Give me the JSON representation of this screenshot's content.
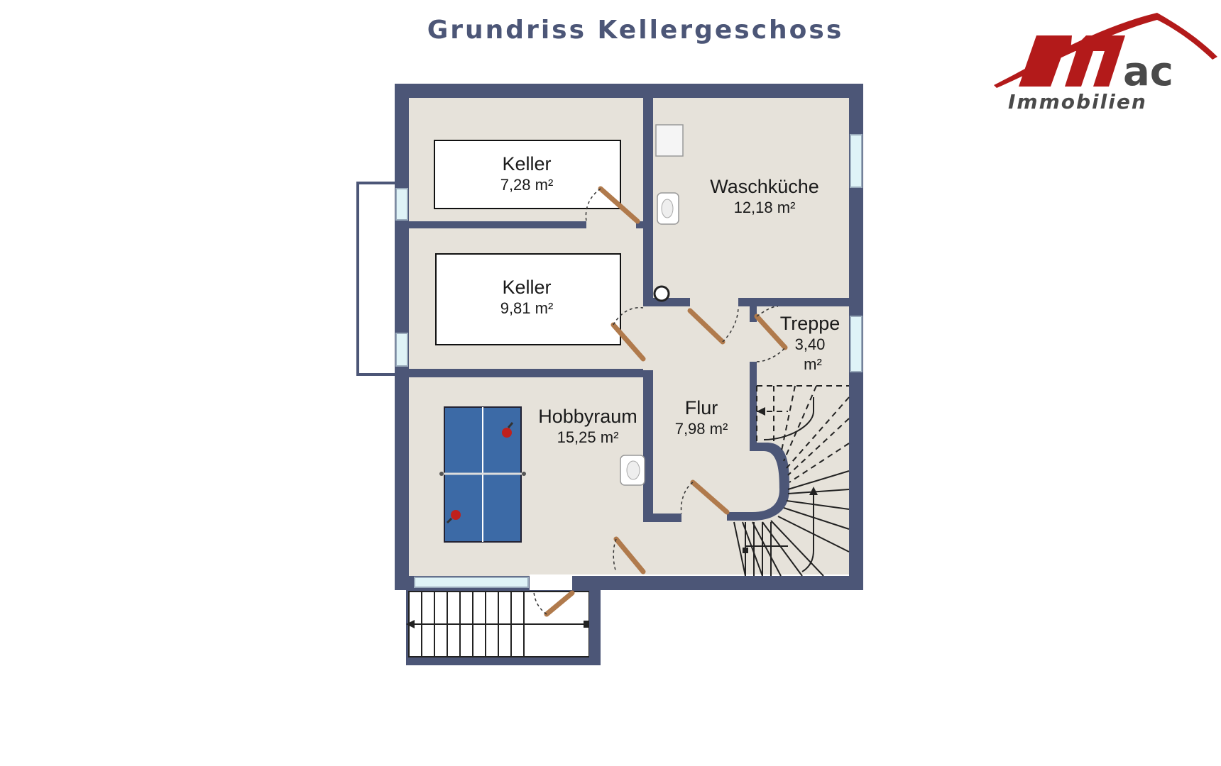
{
  "title": "Grundriss Kellergeschoss",
  "logo": {
    "mark": "mac",
    "subtitle": "Immobilien"
  },
  "rooms": [
    {
      "id": "keller-1",
      "name": "Keller",
      "area": "7,28 m²"
    },
    {
      "id": "keller-2",
      "name": "Keller",
      "area": "9,81 m²"
    },
    {
      "id": "waschkueche",
      "name": "Waschküche",
      "area": "12,18 m²"
    },
    {
      "id": "treppe",
      "name": "Treppe",
      "area_line1": "3,40",
      "area_line2": "m²"
    },
    {
      "id": "hobbyraum",
      "name": "Hobbyraum",
      "area": "15,25 m²"
    },
    {
      "id": "flur",
      "name": "Flur",
      "area": "7,98 m²"
    }
  ],
  "colors": {
    "wall": "#4c5677",
    "floor": "#e6e2da",
    "door": "#b07a4c",
    "window": "#dff3f7",
    "table": "#3c6aa6",
    "title": "#4c5677",
    "logo_red": "#b31a1a",
    "logo_gray": "#4a4a4a"
  }
}
